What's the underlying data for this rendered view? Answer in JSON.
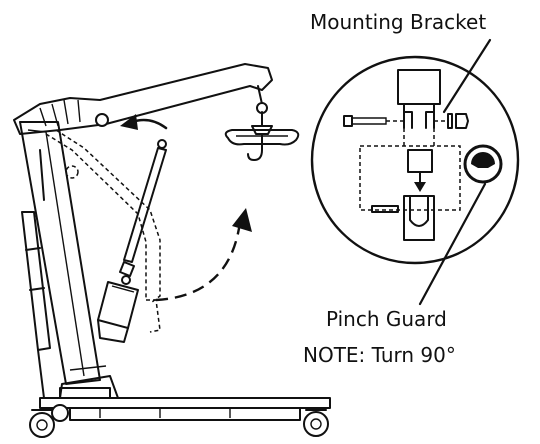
{
  "callouts": {
    "mounting_bracket": "Mounting Bracket",
    "pinch_guard": "Pinch Guard",
    "note": "NOTE: Turn 90°"
  },
  "icons": {
    "rotate_arrow": "curved-arrow-icon",
    "swing_arrow": "dashed-curved-arrow-icon",
    "insert_arrow": "down-arrow-icon"
  }
}
